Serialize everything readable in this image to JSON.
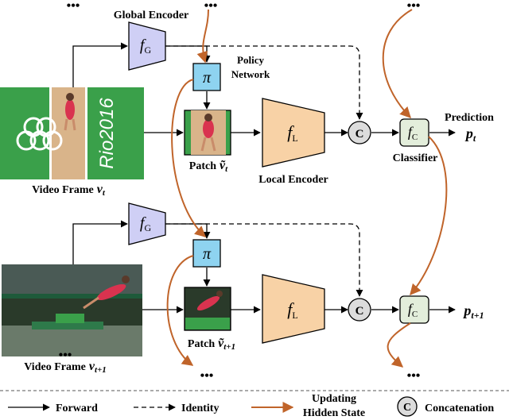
{
  "labels": {
    "global_encoder": "Global Encoder",
    "policy_network_line1": "Policy",
    "policy_network_line2": "Network",
    "local_encoder": "Local Encoder",
    "prediction": "Prediction",
    "classifier": "Classifier",
    "video_frame_t": "Video Frame",
    "video_frame_t1": "Video Frame",
    "patch_t": "Patch",
    "patch_t1": "Patch",
    "ellipsis": "•••"
  },
  "math": {
    "fG": "f",
    "fG_sub": "G",
    "fL": "f",
    "fL_sub": "L",
    "fC": "f",
    "fC_sub": "C",
    "pi": "π",
    "concat": "C",
    "v": "v",
    "v_tilde": "ṽ",
    "sub_t": "t",
    "sub_t1": "t+1",
    "p": "p"
  },
  "legend": {
    "forward": "Forward",
    "identity": "Identity",
    "updating_line1": "Updating",
    "updating_line2": "Hidden State",
    "concat_symbol": "C",
    "concatenation": "Concatenation"
  },
  "images": {
    "frame_t_text": "Rio2016"
  },
  "colors": {
    "encoder_purple": "#cfcff5",
    "policy_blue": "#8ed3f0",
    "local_orange": "#f8d2a6",
    "classifier_green": "#e3eedb",
    "concat_gray": "#dcdcdc",
    "hidden_state_arrow": "#c0642a",
    "olympic_green": "#3aa04a",
    "arena_dark": "#2a3a2a"
  }
}
